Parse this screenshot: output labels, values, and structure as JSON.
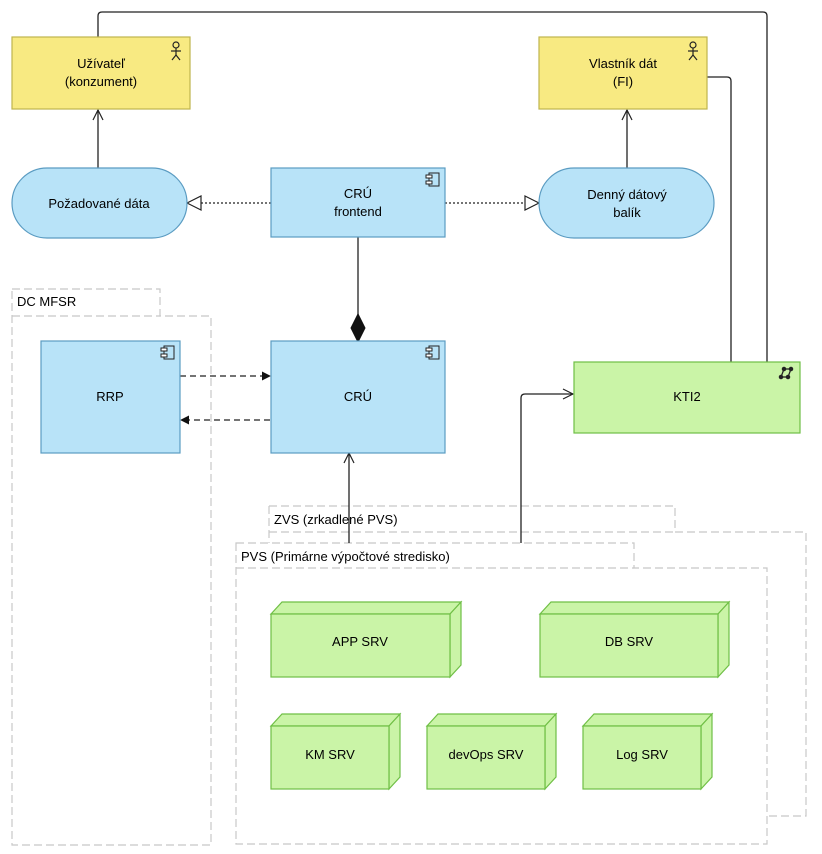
{
  "groups": {
    "dc_mfsr": "DC MFSR",
    "zvs": "ZVS (zrkadlené PVS)",
    "pvs": "PVS (Primárne výpočtové stredisko)"
  },
  "actors": {
    "user": [
      "Užívateľ",
      "(konzument)"
    ],
    "owner": [
      "Vlastník dát",
      "(FI)"
    ]
  },
  "services": {
    "required_data": [
      "Požadované dáta"
    ],
    "daily_package": [
      "Denný dátový",
      "balík"
    ]
  },
  "components": {
    "cru_frontend": [
      "CRÚ",
      "frontend"
    ],
    "rrp": [
      "RRP"
    ],
    "cru": [
      "CRÚ"
    ]
  },
  "network": {
    "kti2": [
      "KTI2"
    ]
  },
  "nodes": {
    "app_srv": [
      "APP SRV"
    ],
    "db_srv": [
      "DB SRV"
    ],
    "km_srv": [
      "KM SRV"
    ],
    "devops_srv": [
      "devOps SRV"
    ],
    "log_srv": [
      "Log SRV"
    ]
  },
  "colors": {
    "actor_fill": "#f8ea82",
    "actor_stroke": "#bfb54e",
    "app_fill": "#b8e3f8",
    "app_stroke": "#5b9cc2",
    "tech_fill": "#caf4a7",
    "tech_stroke": "#6fbf45",
    "group_stroke": "#c8c8c8"
  }
}
